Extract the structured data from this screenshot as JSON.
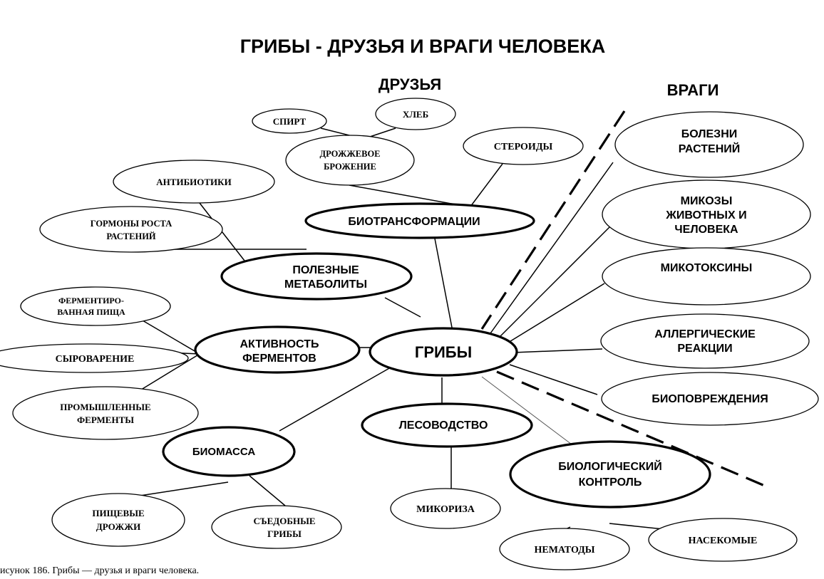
{
  "title": "ГРИБЫ - ДРУЗЬЯ И ВРАГИ ЧЕЛОВЕКА",
  "friends_heading": "ДРУЗЬЯ",
  "enemies_heading": "ВРАГИ",
  "center": "ГРИБЫ",
  "branches": {
    "biotransformation": "БИОТРАНСФОРМАЦИИ",
    "metabolites": [
      "ПОЛЕЗНЫЕ",
      "МЕТАБОЛИТЫ"
    ],
    "enzymes": [
      "АКТИВНОСТЬ",
      "ФЕРМЕНТОВ"
    ],
    "biomass": "БИОМАССА",
    "forestry": "ЛЕСОВОДСТВО",
    "bio_control": [
      "БИОЛОГИЧЕСКИЙ",
      "КОНТРОЛЬ"
    ]
  },
  "leaves": {
    "alcohol": "СПИРТ",
    "bread": "ХЛЕБ",
    "yeast_fermentation": [
      "ДРОЖЖЕВОЕ",
      "БРОЖЕНИЕ"
    ],
    "steroids": "СТЕРОИДЫ",
    "antibiotics": "АНТИБИОТИКИ",
    "growth_hormones": [
      "ГОРМОНЫ РОСТА",
      "РАСТЕНИЙ"
    ],
    "fermented_food": [
      "ФЕРМЕНТИРО-",
      "ВАННАЯ ПИЩА"
    ],
    "cheese_making": "СЫРОВАРЕНИЕ",
    "industrial_enzymes": [
      "ПРОМЫШЛЕННЫЕ",
      "ФЕРМЕНТЫ"
    ],
    "food_yeast": [
      "ПИЩЕВЫЕ",
      "ДРОЖЖИ"
    ],
    "edible_mushrooms": [
      "СЪЕДОБНЫЕ",
      "ГРИБЫ"
    ],
    "mycorrhiza": "МИКОРИЗА",
    "nematodes": "НЕМАТОДЫ",
    "insects": "НАСЕКОМЫЕ"
  },
  "enemies": {
    "plant_diseases": [
      "БОЛЕЗНИ",
      "РАСТЕНИЙ"
    ],
    "mycoses": [
      "МИКОЗЫ",
      "ЖИВОТНЫХ И",
      "ЧЕЛОВЕКА"
    ],
    "mycotoxins": "МИКОТОКСИНЫ",
    "allergic": [
      "АЛЛЕРГИЧЕСКИЕ",
      "РЕАКЦИИ"
    ],
    "biodamage": "БИОПОВРЕЖДЕНИЯ"
  },
  "caption": "исунок 186. Грибы — друзья и враги человека."
}
